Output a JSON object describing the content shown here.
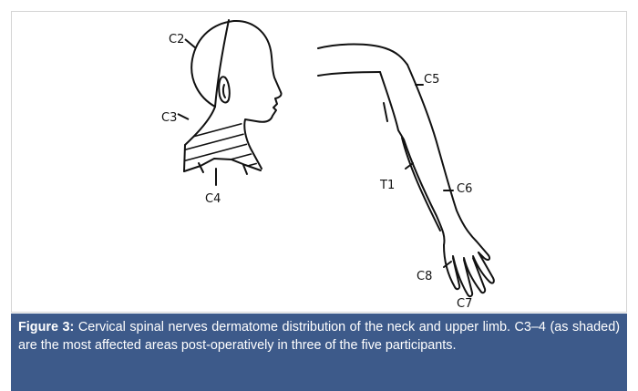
{
  "figure": {
    "labels": {
      "c2": "C2",
      "c3": "C3",
      "c4": "C4",
      "c5": "C5",
      "c6": "C6",
      "c7": "C7",
      "c8": "C8",
      "t1": "T1"
    },
    "line_color": "#111111"
  },
  "caption": {
    "label": "Figure 3:",
    "text": " Cervical spinal nerves dermatome distribution of the neck and upper limb. C3–4 (as shaded) are the most affected areas post-operatively in three of the five participants.",
    "background": "#3d5a8a",
    "text_color": "#ffffff"
  }
}
